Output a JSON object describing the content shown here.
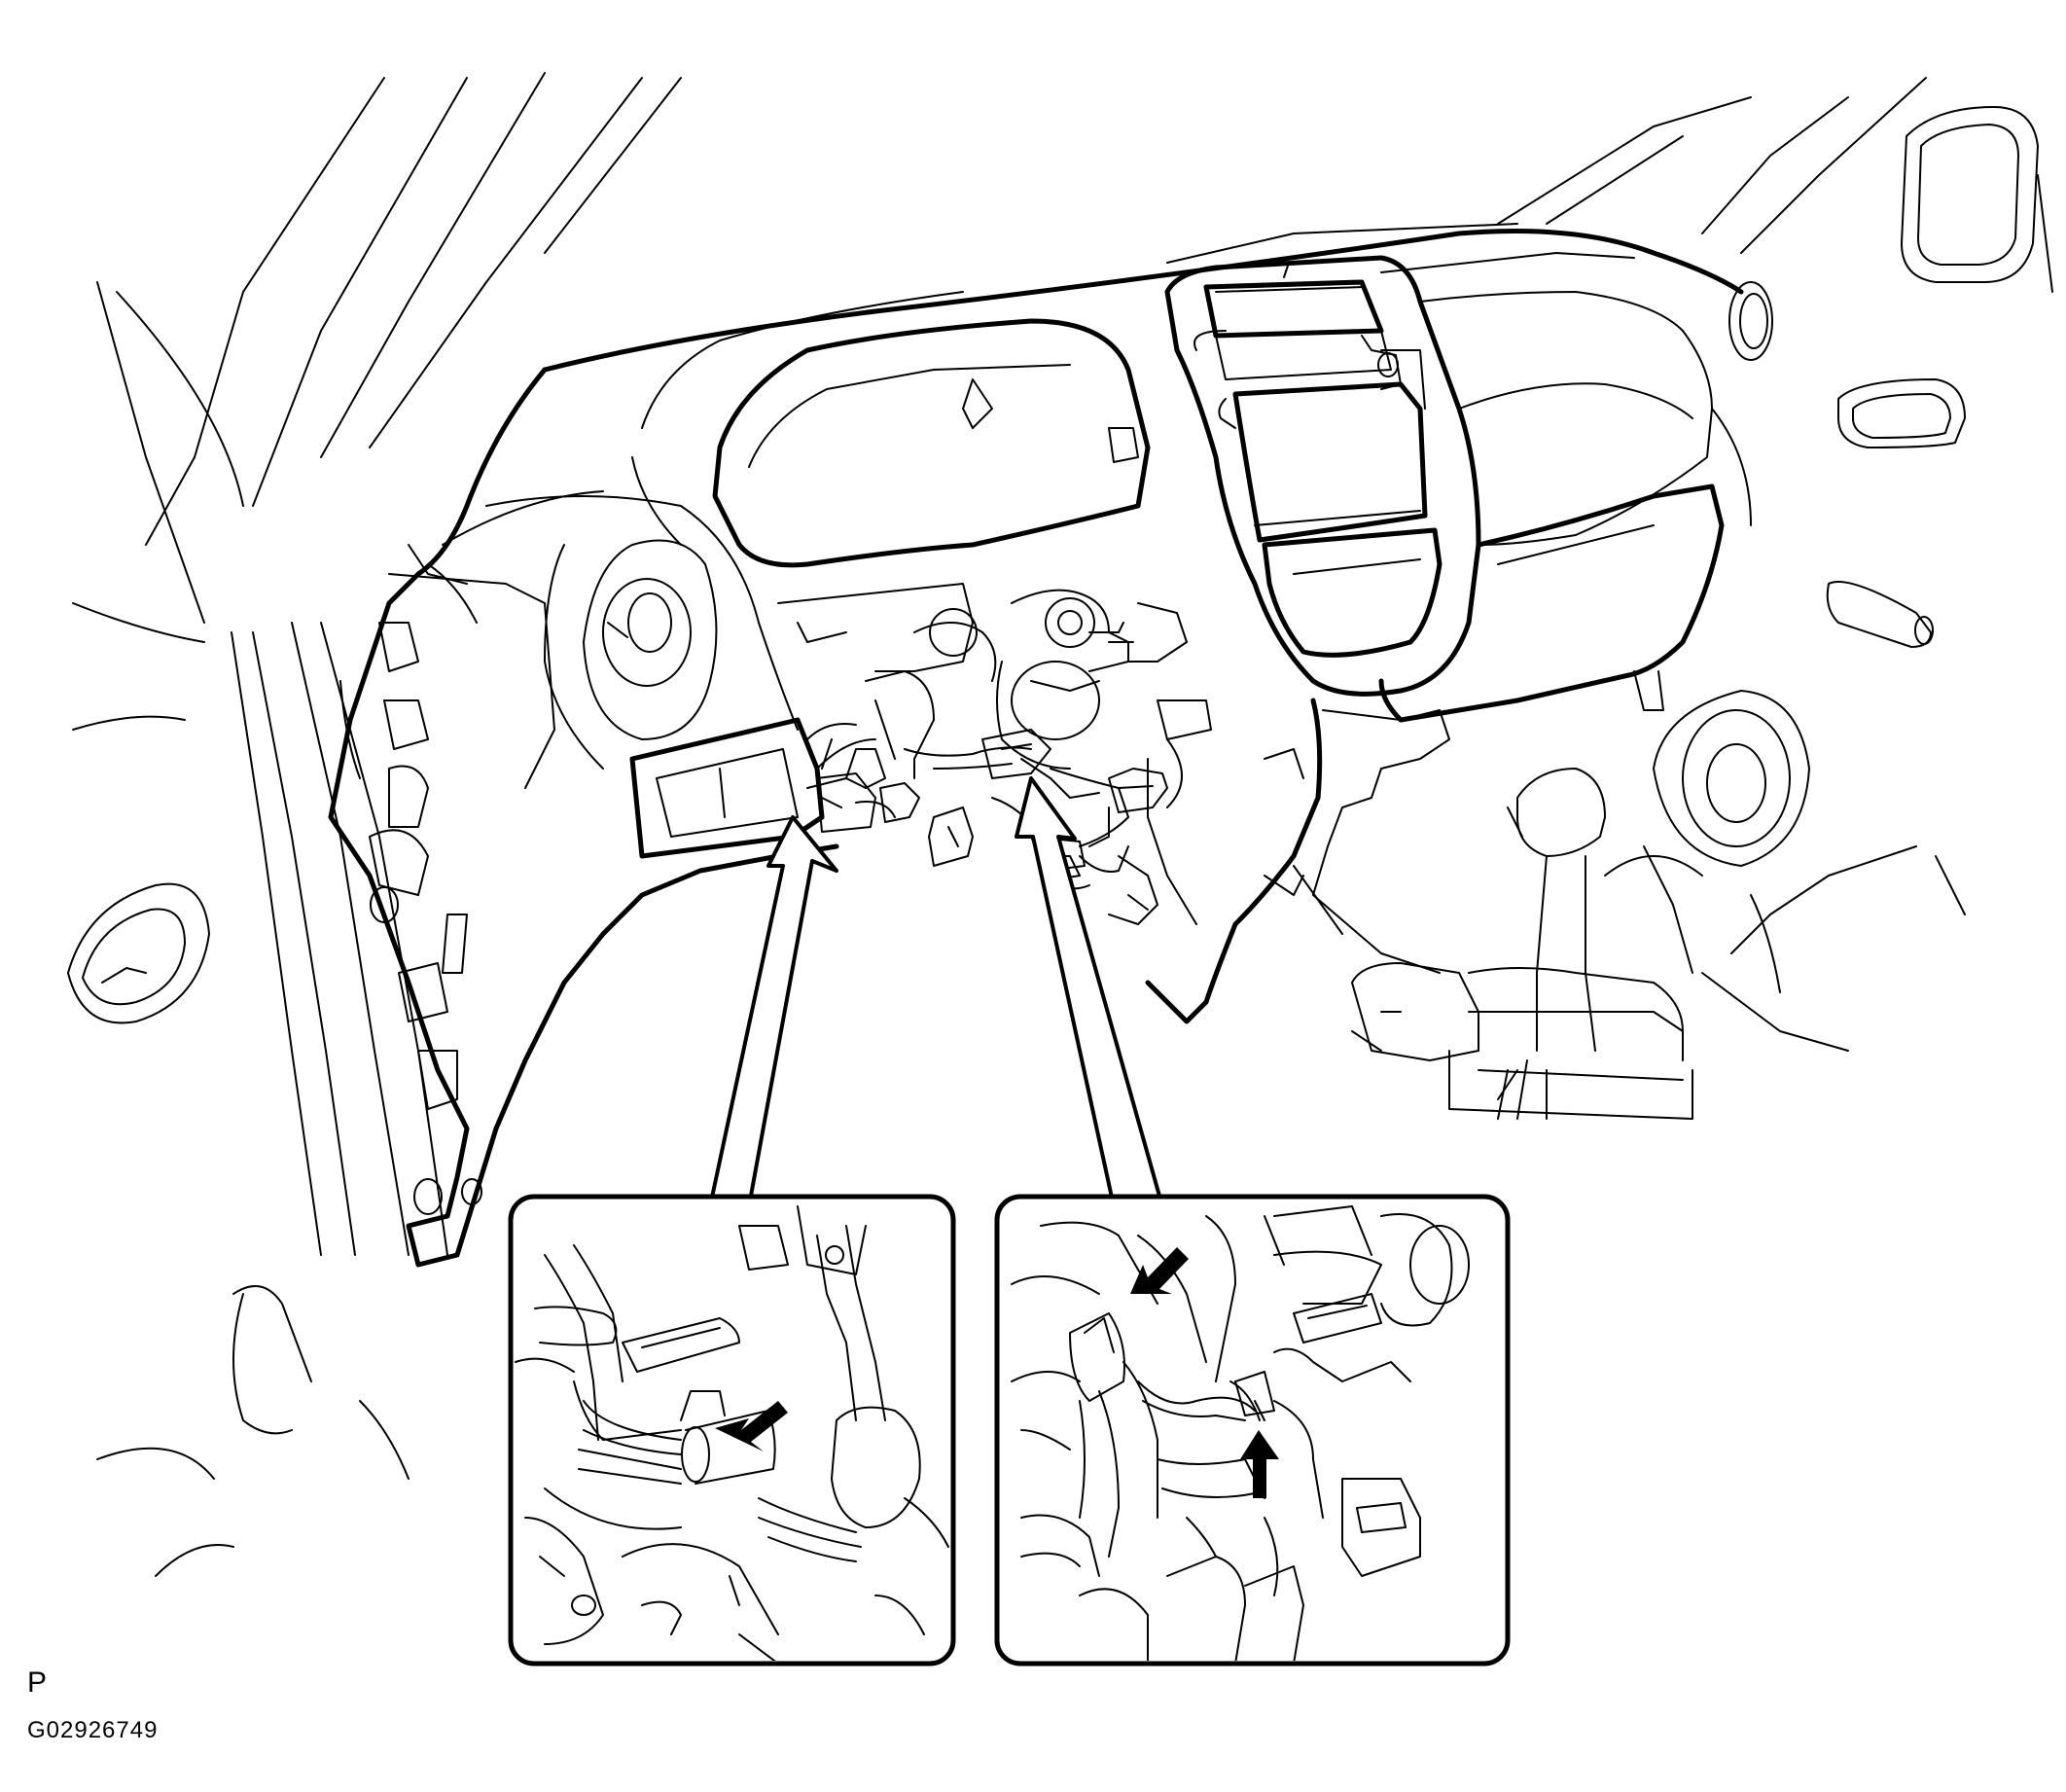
{
  "labels": {
    "view_code": "P",
    "figure_id": "G02926749"
  },
  "callouts": [
    {
      "id": "inset-left",
      "arrow": "clamp-release-arrow"
    },
    {
      "id": "inset-right",
      "arrows": [
        "clamp-release-arrow",
        "connector-release-arrow"
      ]
    }
  ],
  "colors": {
    "line": "#000000",
    "background": "#ffffff"
  }
}
